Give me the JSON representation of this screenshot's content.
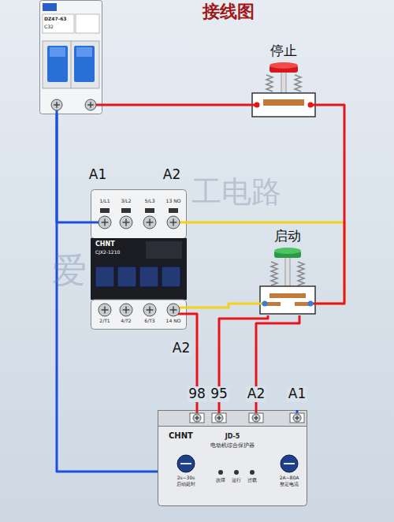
{
  "diagram": {
    "title": "接线图",
    "nodes": [
      {
        "text": [
          "DZ47-63",
          "C32"
        ]
      },
      {
        "text": [
          "停止"
        ]
      },
      {
        "text": [
          "1/L1",
          "3/L2",
          "5/L3",
          "13 NO",
          "CHNT",
          "CJX2-1210",
          "2/T1",
          "4/T2",
          "6/T3",
          "14 NO"
        ]
      },
      {
        "text": [
          "启动"
        ]
      },
      {
        "text": [
          "CHNT",
          "JD-5",
          "电动机综合保护器",
          "2s~30s",
          "启动延时",
          "2A~80A",
          "整定电流",
          "故障",
          "运行",
          "过载"
        ]
      }
    ],
    "edges": [
      {
        "from": 0,
        "to": 1,
        "arrow": "none"
      },
      {
        "from": 1,
        "to": 3,
        "arrow": "none"
      },
      {
        "from": 2,
        "to": 3,
        "arrow": "none"
      },
      {
        "from": 3,
        "to": 2,
        "arrow": "none"
      },
      {
        "from": 2,
        "to": 4,
        "arrow": "none"
      },
      {
        "from": 3,
        "to": 4,
        "arrow": "none"
      },
      {
        "from": 3,
        "to": 4,
        "arrow": "none"
      },
      {
        "from": 0,
        "to": 2,
        "arrow": "none"
      },
      {
        "from": 0,
        "to": 4,
        "arrow": "none"
      }
    ],
    "labels": [
      "A1",
      "A2",
      "A2",
      "98",
      "95",
      "A2",
      "A1",
      "爱",
      "工电路"
    ]
  }
}
